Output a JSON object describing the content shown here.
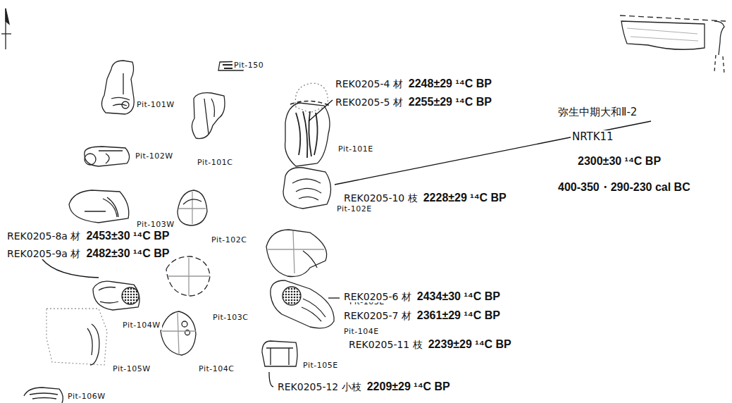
{
  "diagram": {
    "labels": [
      "Pit-150",
      "Pit-101W",
      "Pit-102W",
      "Pit-101C",
      "Pit-101E",
      "Pit-102E",
      "Pit-103W",
      "Pit-102C",
      "Pit-103E",
      "Pit-104W",
      "Pit-103C",
      "Pit-104E",
      "Pit-105W",
      "Pit-104C",
      "Pit-105E",
      "Pit-106W",
      "REK0205-4 材",
      "2248±29 ¹⁴C BP",
      "REK0205-5 材",
      "2255±29 ¹⁴C BP",
      "REK0205-10 枝",
      "2228±29 ¹⁴C BP",
      "REK0205-8a 材",
      "2453±30 ¹⁴C BP",
      "REK0205-9a 材",
      "2482±30 ¹⁴C BP",
      "REK0205-6 材",
      "2434±30 ¹⁴C BP",
      "REK0205-7 材",
      "2361±29 ¹⁴C BP",
      "REK0205-11 枝",
      "2239±29 ¹⁴C BP",
      "REK0205-12 小枝",
      "2209±29 ¹⁴C BP",
      "弥生中期大和Ⅱ-2",
      "NRTK11",
      "2300±30 ¹⁴C BP",
      "400-350・290-230 cal BC"
    ]
  }
}
